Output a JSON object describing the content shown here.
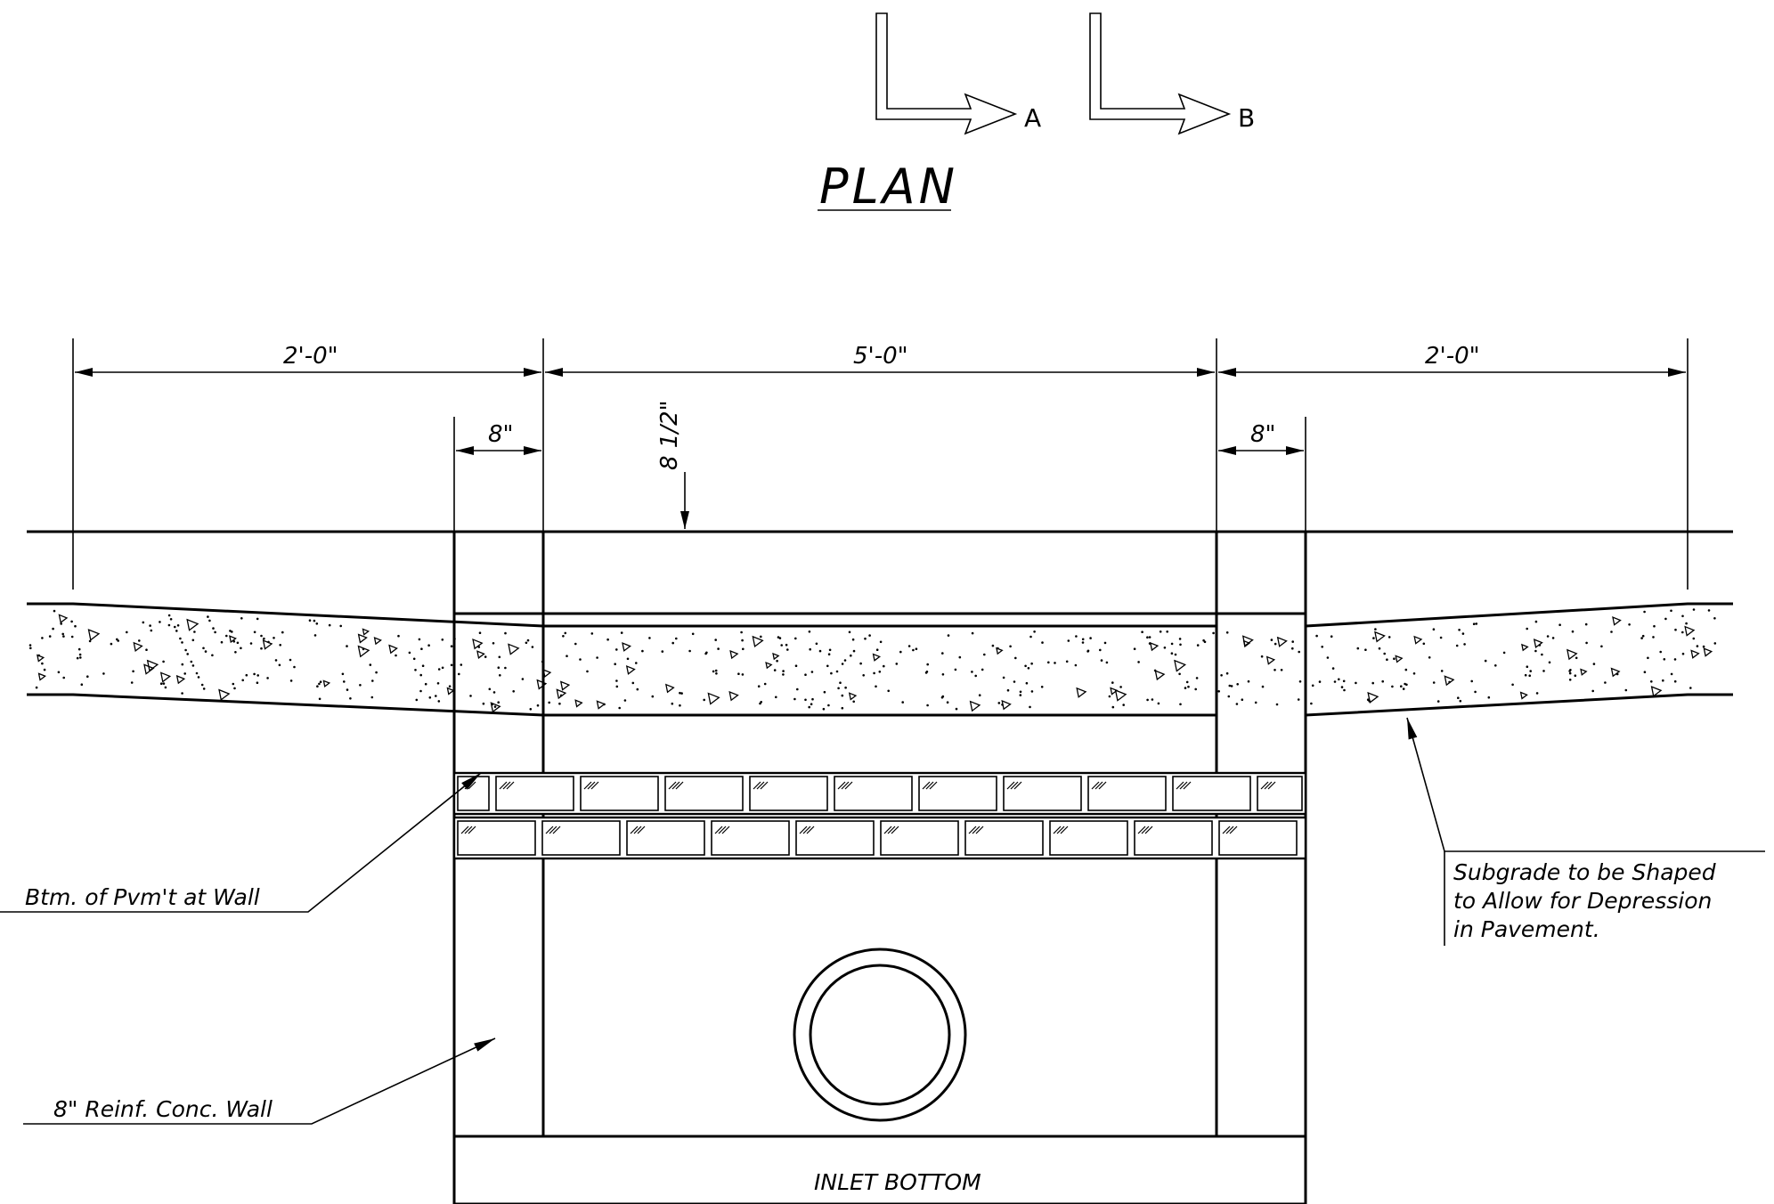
{
  "plan": {
    "title": "PLAN",
    "section_a": "A",
    "section_b": "B"
  },
  "dimensions": {
    "left_overall": "2'-0\"",
    "center_overall": "5'-0\"",
    "right_overall": "2'-0\"",
    "left_wall": "8\"",
    "right_wall": "8\"",
    "pavement_depth": "8 1/2\""
  },
  "notes": {
    "btm_pvmt": "Btm. of Pvm't at Wall",
    "wall": "8\" Reinf. Conc. Wall",
    "subgrade_line1": "Subgrade to be Shaped",
    "subgrade_line2": "to Allow for Depression",
    "subgrade_line3": "in Pavement.",
    "inlet_bottom": "INLET BOTTOM"
  }
}
